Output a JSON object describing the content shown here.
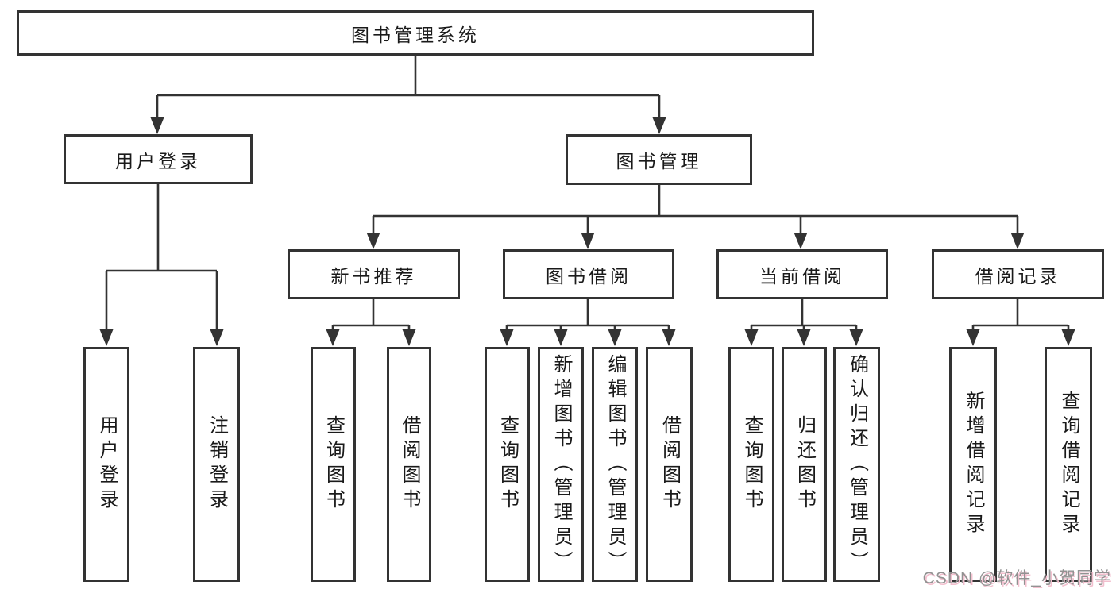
{
  "colors": {
    "line": "#333333",
    "box_border": "#333333",
    "box_fill": "#ffffff",
    "text": "#1a1a1a",
    "watermark_gray": "#929292",
    "watermark_pink": "#f2bfce"
  },
  "watermark": {
    "text": "CSDN @软件_小贺同学"
  },
  "tree": {
    "label": "图书管理系统",
    "children": [
      {
        "label": "用户登录",
        "children": [
          {
            "label": "用户登录"
          },
          {
            "label": "注销登录"
          }
        ]
      },
      {
        "label": "图书管理",
        "children": [
          {
            "label": "新书推荐",
            "children": [
              {
                "label": "查询图书"
              },
              {
                "label": "借阅图书"
              }
            ]
          },
          {
            "label": "图书借阅",
            "children": [
              {
                "label": "查询图书"
              },
              {
                "label": "新增图书（管理员）"
              },
              {
                "label": "编辑图书（管理员）"
              },
              {
                "label": "借阅图书"
              }
            ]
          },
          {
            "label": "当前借阅",
            "children": [
              {
                "label": "查询图书"
              },
              {
                "label": "归还图书"
              },
              {
                "label": "确认归还（管理员）"
              }
            ]
          },
          {
            "label": "借阅记录",
            "children": [
              {
                "label": "新增借阅记录"
              },
              {
                "label": "查询借阅记录"
              }
            ]
          }
        ]
      }
    ]
  }
}
